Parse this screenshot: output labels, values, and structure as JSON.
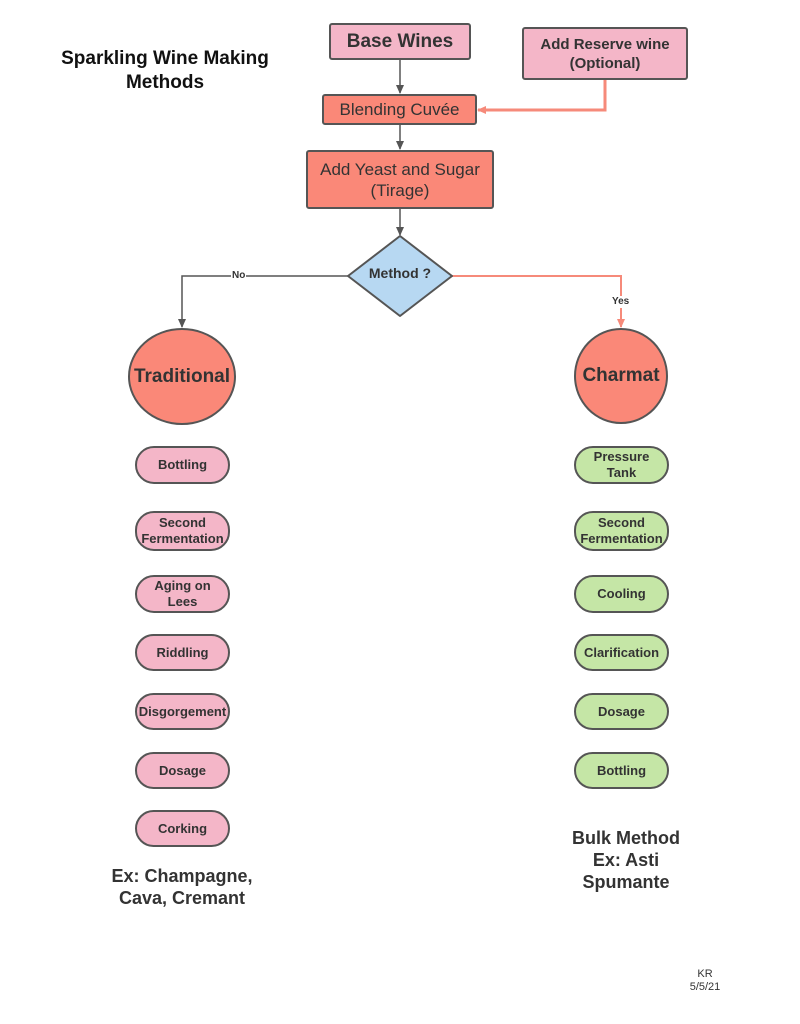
{
  "title": "Sparkling Wine Making Methods",
  "nodes": {
    "base_wines": "Base Wines",
    "reserve_wine": "Add Reserve wine (Optional)",
    "blending": "Blending Cuvée",
    "tirage": "Add Yeast and Sugar (Tirage)",
    "decision": "Method ?"
  },
  "edge_labels": {
    "no": "No",
    "yes": "Yes"
  },
  "traditional": {
    "label": "Traditional",
    "steps": [
      "Bottling",
      "Second Fermentation",
      "Aging on Lees",
      "Riddling",
      "Disgorgement",
      "Dosage",
      "Corking"
    ],
    "example": "Ex: Champagne, Cava, Cremant"
  },
  "charmat": {
    "label": "Charmat",
    "steps": [
      "Pressure Tank",
      "Second Fermentation",
      "Cooling",
      "Clarification",
      "Dosage",
      "Bottling"
    ],
    "example": "Bulk Method Ex: Asti Spumante"
  },
  "signature": {
    "initials": "KR",
    "date": "5/5/21"
  },
  "colors": {
    "pink": "#f4b6c8",
    "salmon": "#fa8878",
    "green": "#c5e6a6",
    "blue": "#b7d8f2",
    "connector_gray": "#555555",
    "connector_salmon": "#f68a7a"
  }
}
